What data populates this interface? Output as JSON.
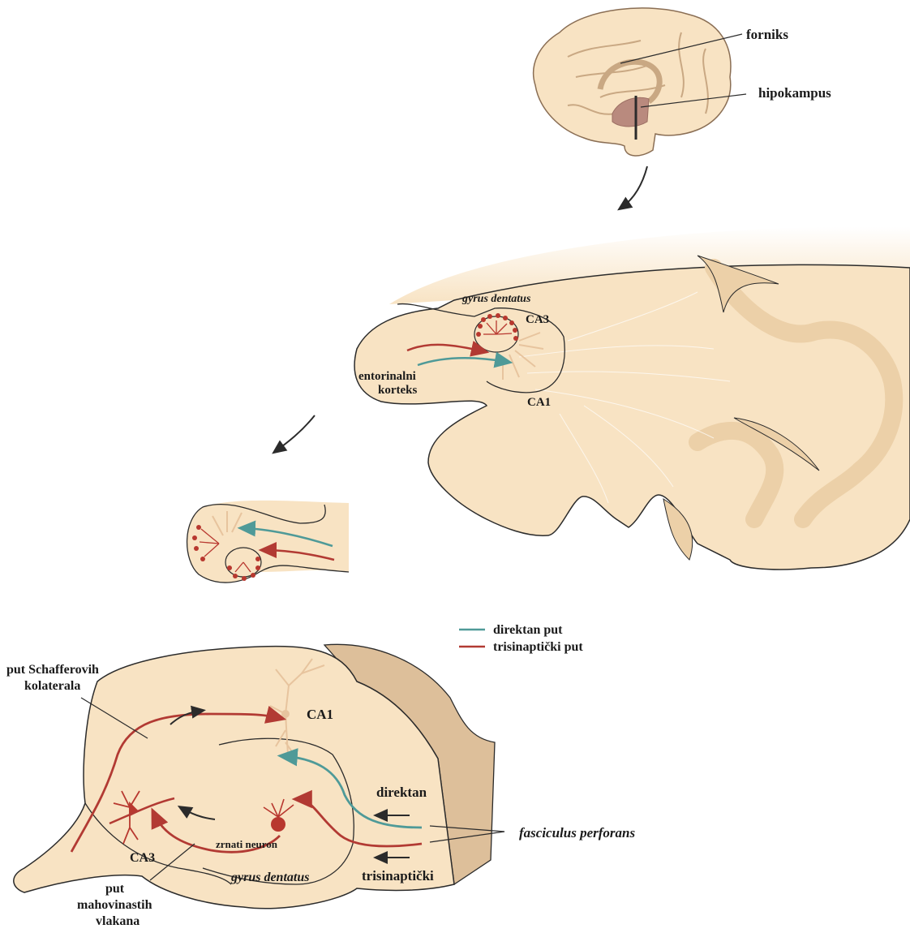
{
  "colors": {
    "tissue": "#f8e3c3",
    "tissue_dark": "#ecd0a8",
    "tissue_edge": "#e2c39a",
    "outline": "#2b2b2b",
    "direct_path": "#4f9a98",
    "trisynaptic_path": "#b23a33",
    "neuron": "#b8382f",
    "hippocampus_mark": "#b98a7e"
  },
  "brain": {
    "fornix_label": "forniks",
    "hippocampus_label": "hipokampus"
  },
  "section": {
    "gyrus_label": "gyrus dentatus",
    "ca3_label": "CA3",
    "ca1_label": "CA1",
    "entorhinal_label_line1": "entorinalni",
    "entorhinal_label_line2": "korteks"
  },
  "legend": {
    "items": [
      {
        "label": "direktan put",
        "color": "#4f9a98"
      },
      {
        "label": "trisinaptički put",
        "color": "#b23a33"
      }
    ]
  },
  "detail": {
    "schaffer_label_line1": "put Schafferovih",
    "schaffer_label_line2": "kolaterala",
    "ca1_label": "CA1",
    "ca3_label": "CA3",
    "direct_label": "direktan",
    "granule_label": "zrnati neuron",
    "fasciculus_label": "fasciculus perforans",
    "gyrus_label": "gyrus dentatus",
    "trisynaptic_label": "trisinaptički",
    "mossy_label_line1": "put",
    "mossy_label_line2": "mahovinastih",
    "mossy_label_line3": "vlakana"
  }
}
